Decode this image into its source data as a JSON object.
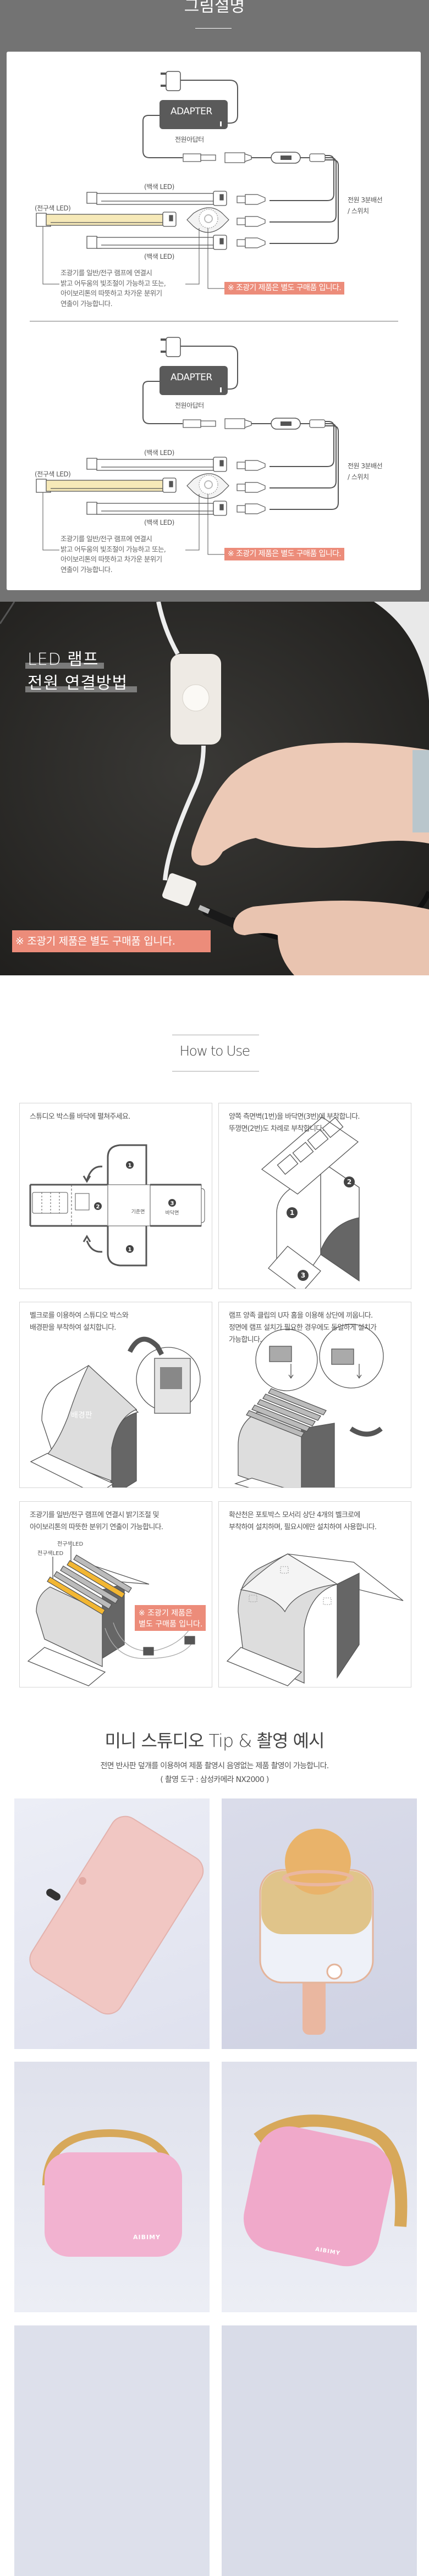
{
  "wiring_section": {
    "title": "그림설명",
    "diagrams": [
      {
        "adapter_label": "ADAPTER",
        "adapter_caption": "전원아답터",
        "white_led_top": "(백색 LED)",
        "warm_led": "(전구색 LED)",
        "white_led_bottom": "(백색 LED)",
        "splitter_label_1": "전원 3분배선",
        "splitter_label_2": "/ 스위치",
        "note_lines": [
          "조광기를 일반/전구 램프에 연결시",
          "밝고 어두움의 빛조절이 가능하고 또는,",
          "아이보리톤의 따뜻하고 차가운 분위기",
          "연출이 가능합니다."
        ],
        "badge": "※ 조광기 제품은 별도 구매품 입니다."
      },
      {
        "adapter_label": "ADAPTER",
        "adapter_caption": "전원아답터",
        "white_led_top": "(백색 LED)",
        "warm_led": "(전구색 LED)",
        "white_led_bottom": "(백색 LED)",
        "splitter_label_1": "전원 3분배선",
        "splitter_label_2": "/ 스위치",
        "note_lines": [
          "조광기를 일반/전구 램프에 연결시",
          "밝고 어두움의 빛조절이 가능하고 또는,",
          "아이보리톤의 따뜻하고 차가운 분위기",
          "연출이 가능합니다."
        ],
        "badge": "※ 조광기 제품은 별도 구매품 입니다."
      }
    ]
  },
  "photo_section": {
    "title_line1": "LED 램프",
    "title_line2": "전원 연결방법",
    "note": "※ 조광기 제품은 별도 구매품 입니다."
  },
  "how_to_use": {
    "title": "How to Use",
    "steps": [
      {
        "lines": [
          "스튜디오 박스를 바닥에 펼쳐주세요."
        ],
        "labels": {
          "ref_face": "기준면",
          "floor_face": "바닥면",
          "n1": "1",
          "n2": "2",
          "n3": "3"
        }
      },
      {
        "lines": [
          "양쪽 측면벽(1번)을 바닥면(3번)에 부착합니다.",
          "뚜껑면(2번)도 차례로 부착합니다."
        ],
        "labels": {
          "n1": "1",
          "n2": "2",
          "n3": "3"
        }
      },
      {
        "lines": [
          "벨크로를 이용하여 스튜디오 박스와",
          "배경판을 부착하여 설치합니다."
        ],
        "labels": {
          "backdrop": "배경판"
        }
      },
      {
        "lines": [
          "램프 양족 클립의 U자 홈을 이용해 상단에 끼웁니다.",
          "정면에 램프 설치가 필요한 경우에도 동일하게 설치가",
          "가능합니다."
        ]
      },
      {
        "lines": [
          "조광기를 일반/전구 램프에 연결시 밝기조절 및",
          "아이보리톤의 따뜻한 분위기 연출이 가능합니다."
        ],
        "labels": {
          "led_a": "전구색LED",
          "led_b": "전구색LED",
          "badge_1": "※ 조광기 제품은",
          "badge_2": "별도 구매품 입니다."
        }
      },
      {
        "lines": [
          "확산천은 포토박스 모서리 상단 4개의 벨크로에",
          "부착하여 설치하며, 필요시에만 설치하여 사용합니다."
        ]
      }
    ]
  },
  "tips": {
    "title": "미니 스튜디오 Tip & 촬영 예시",
    "subtitle": "전면 반사판 덮개를 이용하여 제품 촬영시 음영없는 제품 촬영이 가능합니다.",
    "camera_note": "( 촬영 도구 : 삼성카메라 NX2000 )",
    "photos": [
      {
        "subject": "rose-gold-phone"
      },
      {
        "subject": "karaoke-microphone"
      },
      {
        "subject": "pink-speaker-front",
        "brand": "AIBIMY"
      },
      {
        "subject": "pink-speaker-angle",
        "brand": "AIBIMY"
      },
      {
        "subject": "partial"
      },
      {
        "subject": "partial"
      }
    ]
  },
  "colors": {
    "band": "#737373",
    "accent": "#ec8c7a",
    "warm_led": "#f6e9b8",
    "led_yellow": "#f2b632"
  }
}
